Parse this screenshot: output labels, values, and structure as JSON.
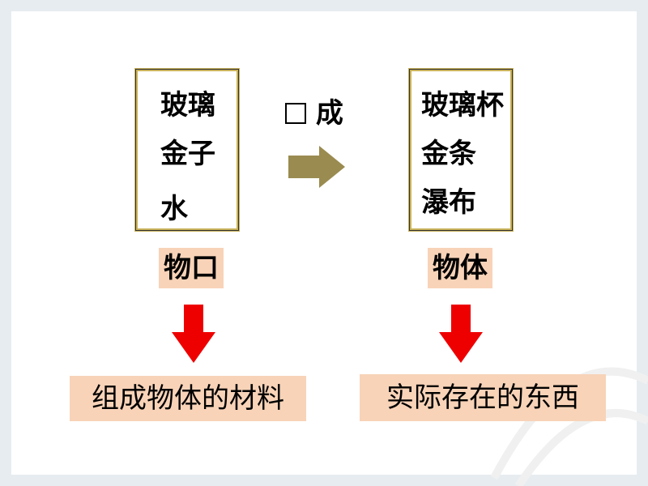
{
  "left_box": {
    "items": [
      "玻璃",
      "金子",
      "水"
    ]
  },
  "left_label": "物口",
  "process": {
    "text": "成"
  },
  "right_box": {
    "items": [
      "玻璃杯",
      "金条",
      "瀑布"
    ]
  },
  "right_label": "物体",
  "left_bottom": "组成物体的材料",
  "right_bottom": "实际存在的东西",
  "colors": {
    "box_border": "#c9b25a",
    "label_bg": "#f8d3b8",
    "process_arrow": "#9a8b50",
    "down_arrow": "#ee0000"
  }
}
